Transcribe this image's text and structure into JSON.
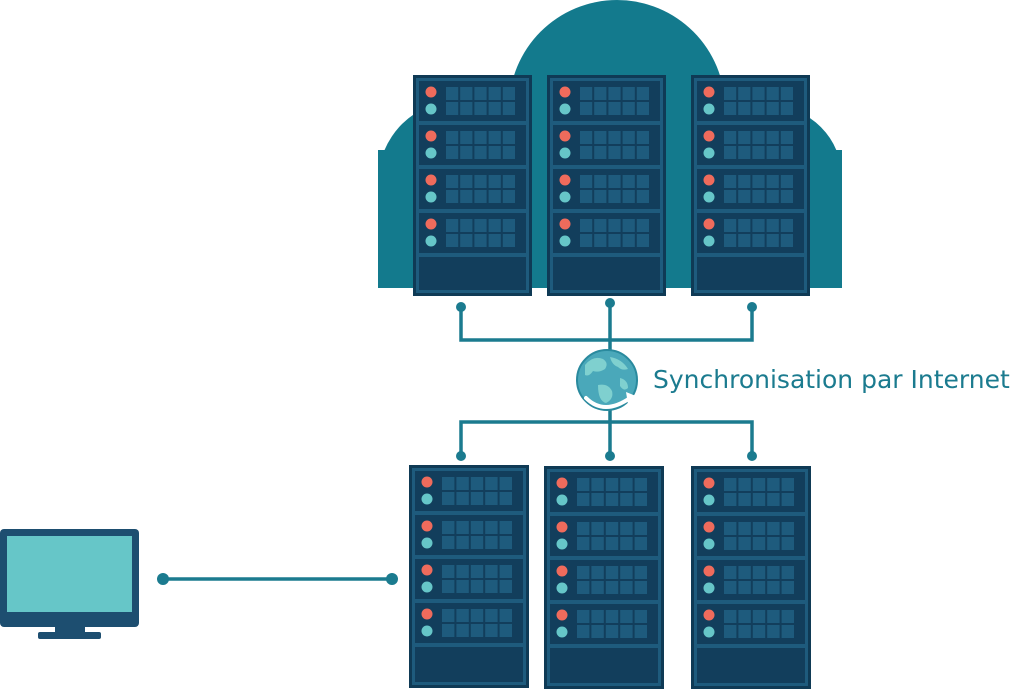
{
  "diagram": {
    "sync_label": "Synchronisation par Internet",
    "icons": {
      "cloud": "cloud-icon",
      "globe": "globe-sync-icon",
      "monitor": "monitor-icon",
      "server": "server-rack-icon"
    },
    "colors": {
      "cloud": "#137a8d",
      "server_body": "#1e5b7d",
      "server_dark": "#123e5c",
      "server_outline": "#0f3a55",
      "led_red": "#ef6b5c",
      "led_cyan": "#66c6c8",
      "line": "#1b7b8f",
      "monitor_screen": "#66c6c8",
      "monitor_frame": "#1d4e70",
      "label": "#1b7b8f"
    },
    "cloud_servers": [
      {
        "name": "cloud-server-1"
      },
      {
        "name": "cloud-server-2"
      },
      {
        "name": "cloud-server-3"
      }
    ],
    "local_servers": [
      {
        "name": "local-server-1"
      },
      {
        "name": "local-server-2"
      },
      {
        "name": "local-server-3"
      }
    ]
  }
}
